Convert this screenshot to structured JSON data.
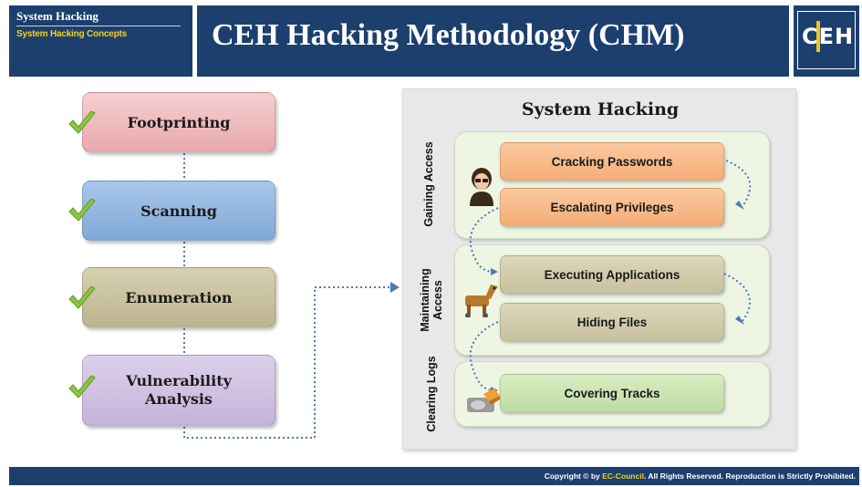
{
  "header": {
    "section": "System Hacking",
    "subsection": "System Hacking Concepts",
    "title": "CEH Hacking Methodology (CHM)",
    "logo": "CEH"
  },
  "steps": [
    {
      "label": "Footprinting"
    },
    {
      "label": "Scanning"
    },
    {
      "label": "Enumeration"
    },
    {
      "label_line1": "Vulnerability",
      "label_line2": "Analysis"
    }
  ],
  "panel": {
    "title": "System Hacking",
    "groups": [
      {
        "label": "Gaining Access",
        "items": [
          "Cracking Passwords",
          "Escalating Privileges"
        ]
      },
      {
        "label_line1": "Maintaining",
        "label_line2": "Access",
        "items": [
          "Executing Applications",
          "Hiding Files"
        ]
      },
      {
        "label": "Clearing Logs",
        "items": [
          "Covering Tracks"
        ]
      }
    ]
  },
  "footer": {
    "prefix": "Copyright © by ",
    "brand": "EC-Council",
    "suffix": ". All Rights Reserved. Reproduction is Strictly Prohibited."
  },
  "colors": {
    "header_bg": "#1c3f6e",
    "accent_yellow": "#f4d21a",
    "check_green": "#8cc63f",
    "connector_blue": "#4a78b5"
  },
  "icons": [
    "checkmark-icon",
    "hacker-person-icon",
    "trojan-horse-icon",
    "eraser-disk-icon"
  ]
}
